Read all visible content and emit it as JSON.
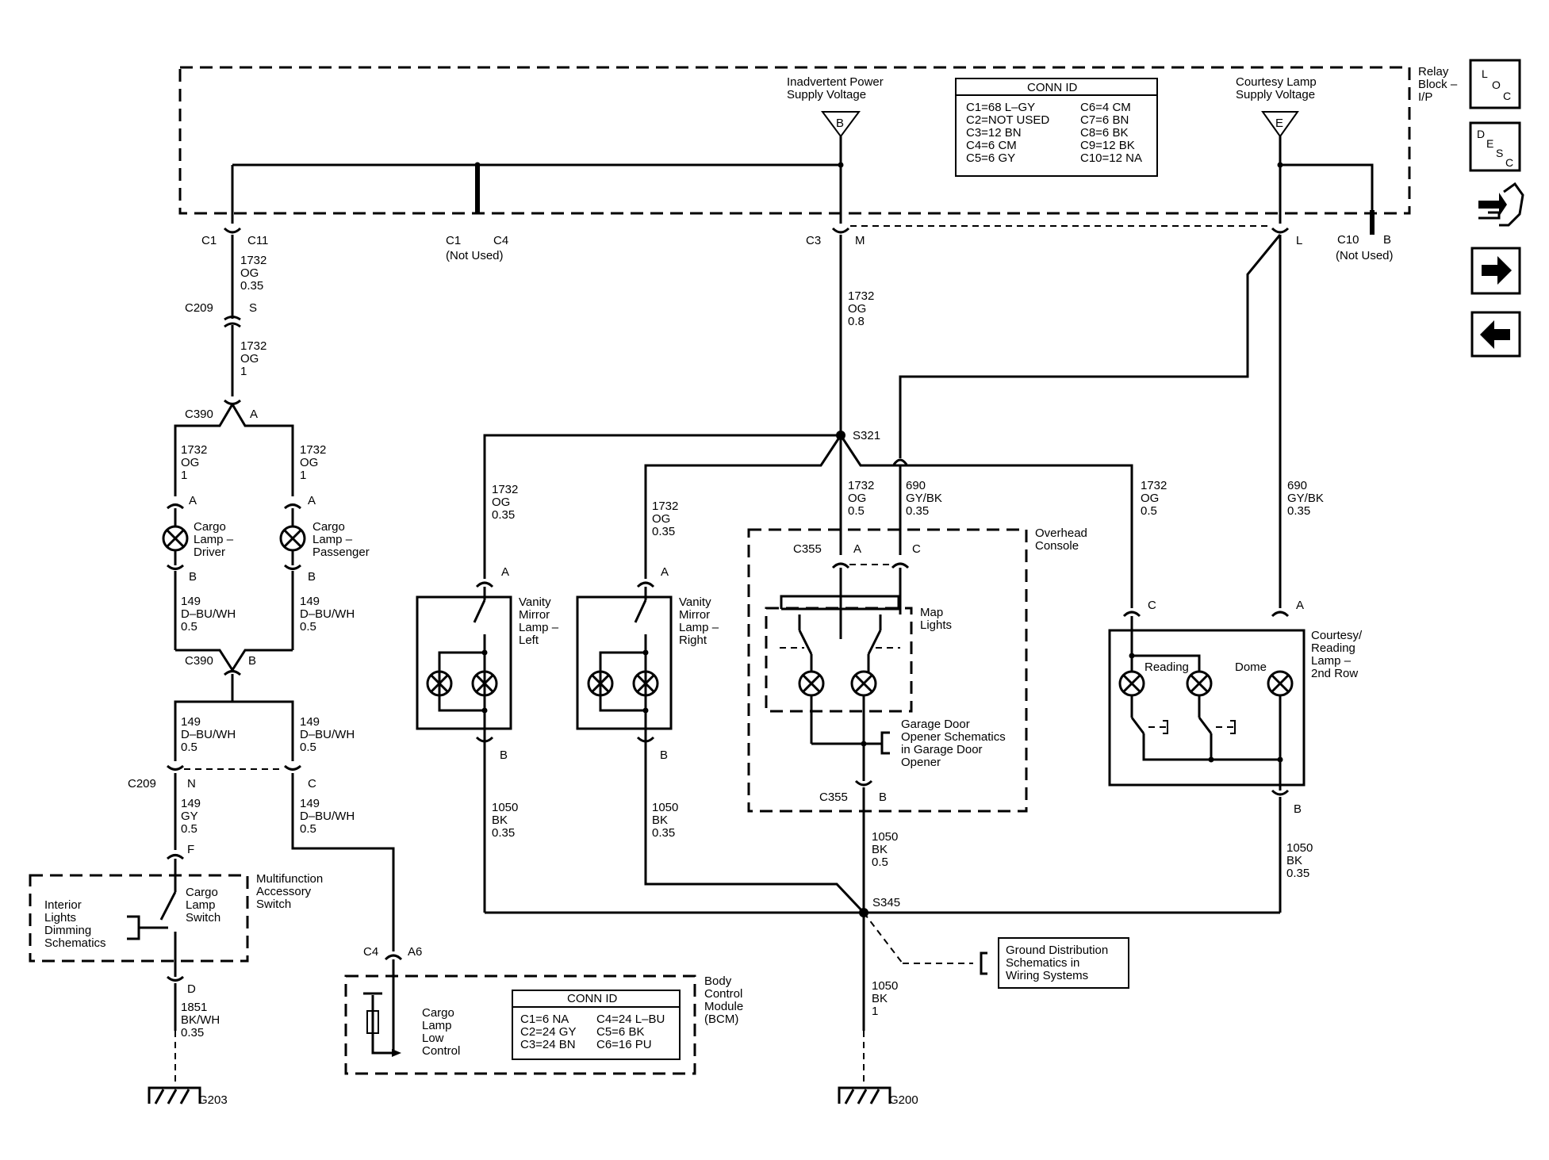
{
  "relay_block": {
    "title": [
      "Relay",
      "Block –",
      "I/P"
    ],
    "inadvertent": [
      "Inadvertent Power",
      "Supply Voltage"
    ],
    "inadvertent_letter": "B",
    "courtesy": [
      "Courtesy Lamp",
      "Supply Voltage"
    ],
    "courtesy_letter": "E",
    "conn_title": "CONN ID",
    "conn_left": [
      "C1=68 L–GY",
      "C2=NOT USED",
      "C3=12 BN",
      "C4=6 CM",
      "C5=6 GY"
    ],
    "conn_right": [
      "C6=4 CM",
      "C7=6 BN",
      "C8=6 BK",
      "C9=12 BK",
      "C10=12 NA"
    ]
  },
  "pins": {
    "c1": "C1",
    "c11": "C11",
    "c1b": "C1",
    "c4": "C4",
    "not_used": "(Not Used)",
    "c3": "C3",
    "m": "M",
    "l": "L",
    "c10": "C10",
    "b": "B",
    "not_used2": "(Not Used)",
    "c209": "C209",
    "s": "S",
    "c390": "C390",
    "a": "A",
    "c390b": "C390",
    "b2": "B",
    "c209b": "C209",
    "n": "N",
    "c": "C",
    "f": "F",
    "d": "D",
    "c4b": "C4",
    "a6": "A6",
    "lampA1": "A",
    "lampB1": "B",
    "lampA2": "A",
    "lampB2": "B",
    "vanA1": "A",
    "vanB1": "B",
    "vanA2": "A",
    "vanB2": "B",
    "c355": "C355",
    "c355a": "A",
    "c355c": "C",
    "c355b_lbl": "C355",
    "c355b": "B",
    "crC": "C",
    "crA": "A",
    "crB": "B"
  },
  "wires": {
    "w1": [
      "1732",
      "OG",
      "0.35"
    ],
    "w2": [
      "1732",
      "OG",
      "1"
    ],
    "w3": [
      "1732",
      "OG",
      "1"
    ],
    "w4": [
      "1732",
      "OG",
      "1"
    ],
    "w5": [
      "149",
      "D–BU/WH",
      "0.5"
    ],
    "w6": [
      "149",
      "D–BU/WH",
      "0.5"
    ],
    "w7": [
      "149",
      "D–BU/WH",
      "0.5"
    ],
    "w8": [
      "149",
      "D–BU/WH",
      "0.5"
    ],
    "w9": [
      "149",
      "GY",
      "0.5"
    ],
    "w10": [
      "149",
      "D–BU/WH",
      "0.5"
    ],
    "w11": [
      "1851",
      "BK/WH",
      "0.35"
    ],
    "w12": [
      "1732",
      "OG",
      "0.8"
    ],
    "w13": [
      "1732",
      "OG",
      "0.35"
    ],
    "w14": [
      "1732",
      "OG",
      "0.35"
    ],
    "w15": [
      "1732",
      "OG",
      "0.5"
    ],
    "w16": [
      "690",
      "GY/BK",
      "0.35"
    ],
    "w17": [
      "1732",
      "OG",
      "0.5"
    ],
    "w18": [
      "690",
      "GY/BK",
      "0.35"
    ],
    "w19": [
      "1050",
      "BK",
      "0.35"
    ],
    "w20": [
      "1050",
      "BK",
      "0.35"
    ],
    "w21": [
      "1050",
      "BK",
      "0.5"
    ],
    "w22": [
      "1050",
      "BK",
      "0.35"
    ],
    "w23": [
      "1050",
      "BK",
      "1"
    ]
  },
  "components": {
    "cargo_driver": [
      "Cargo",
      "Lamp –",
      "Driver"
    ],
    "cargo_passenger": [
      "Cargo",
      "Lamp –",
      "Passenger"
    ],
    "vanity_left": [
      "Vanity",
      "Mirror",
      "Lamp –",
      "Left"
    ],
    "vanity_right": [
      "Vanity",
      "Mirror",
      "Lamp –",
      "Right"
    ],
    "overhead": [
      "Overhead",
      "Console"
    ],
    "map_lights": [
      "Map",
      "Lights"
    ],
    "garage": [
      "Garage Door",
      "Opener Schematics",
      "in Garage Door",
      "Opener"
    ],
    "courtesy_reading": [
      "Courtesy/",
      "Reading",
      "Lamp –",
      "2nd Row"
    ],
    "reading": "Reading",
    "dome": "Dome",
    "mfas": [
      "Multifunction",
      "Accessory",
      "Switch"
    ],
    "interior": [
      "Interior",
      "Lights",
      "Dimming",
      "Schematics"
    ],
    "cargo_switch": [
      "Cargo",
      "Lamp",
      "Switch"
    ],
    "bcm": [
      "Body",
      "Control",
      "Module",
      "(BCM)"
    ],
    "cargo_low": [
      "Cargo",
      "Lamp",
      "Low",
      "Control"
    ],
    "bcm_conn_title": "CONN ID",
    "bcm_conn_left": [
      "C1=6 NA",
      "C2=24 GY",
      "C3=24 BN"
    ],
    "bcm_conn_right": [
      "C4=24 L–BU",
      "C5=6 BK",
      "C6=16 PU"
    ],
    "ground_dist": [
      "Ground Distribution",
      "Schematics in",
      "Wiring Systems"
    ]
  },
  "splices": {
    "s321": "S321",
    "s345": "S345"
  },
  "grounds": {
    "g203": "G203",
    "g200": "G200"
  },
  "nav": {
    "loc": [
      "L",
      "O",
      "C"
    ],
    "desc": [
      "D",
      "E",
      "S",
      "C"
    ]
  }
}
